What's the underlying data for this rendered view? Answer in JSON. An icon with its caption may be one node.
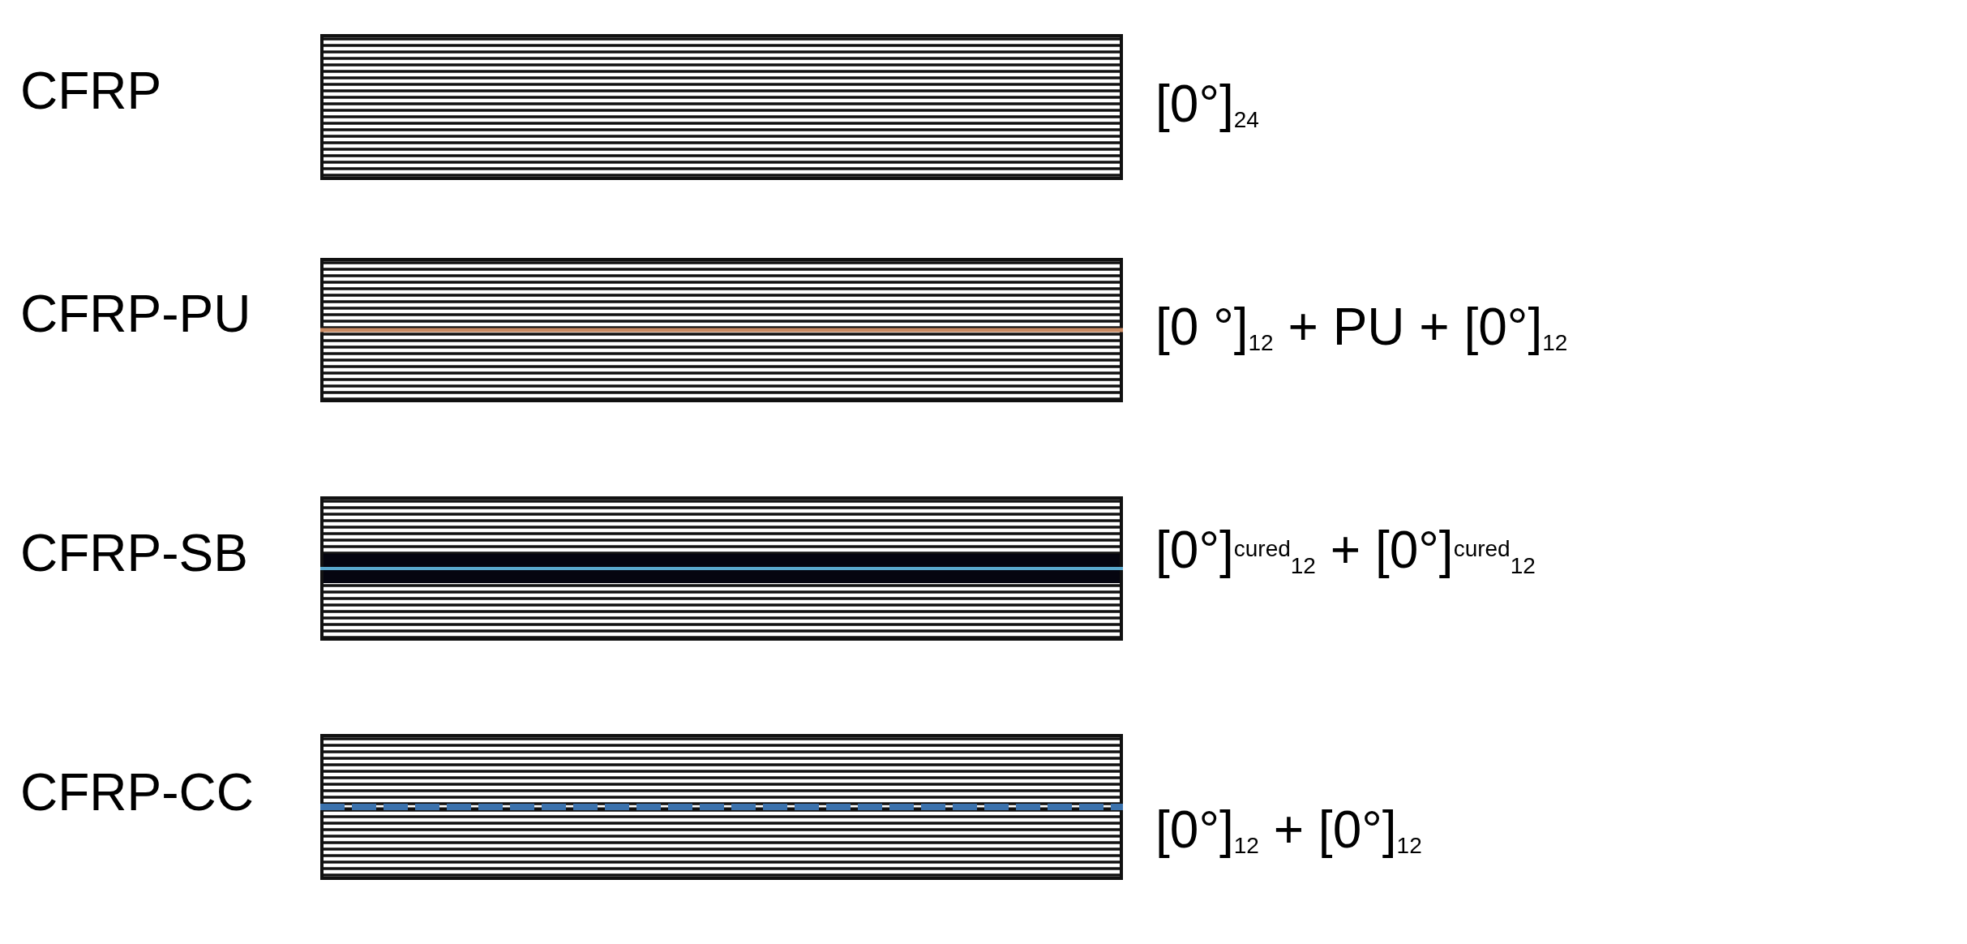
{
  "diagram": {
    "labels": [
      "CFRP",
      "[0°]$_{24}$",
      "CFRP-PU",
      "[0 °]$_{12}$ + PU + [0°]$_{12}$",
      "CFRP-SB",
      "[0°]$^{cured}$$_{12}$ + [0°]$^{cured}$$_{12}$",
      "CFRP-CC",
      "[0°]$_{12}$ + [0°]$_{12}$"
    ]
  }
}
